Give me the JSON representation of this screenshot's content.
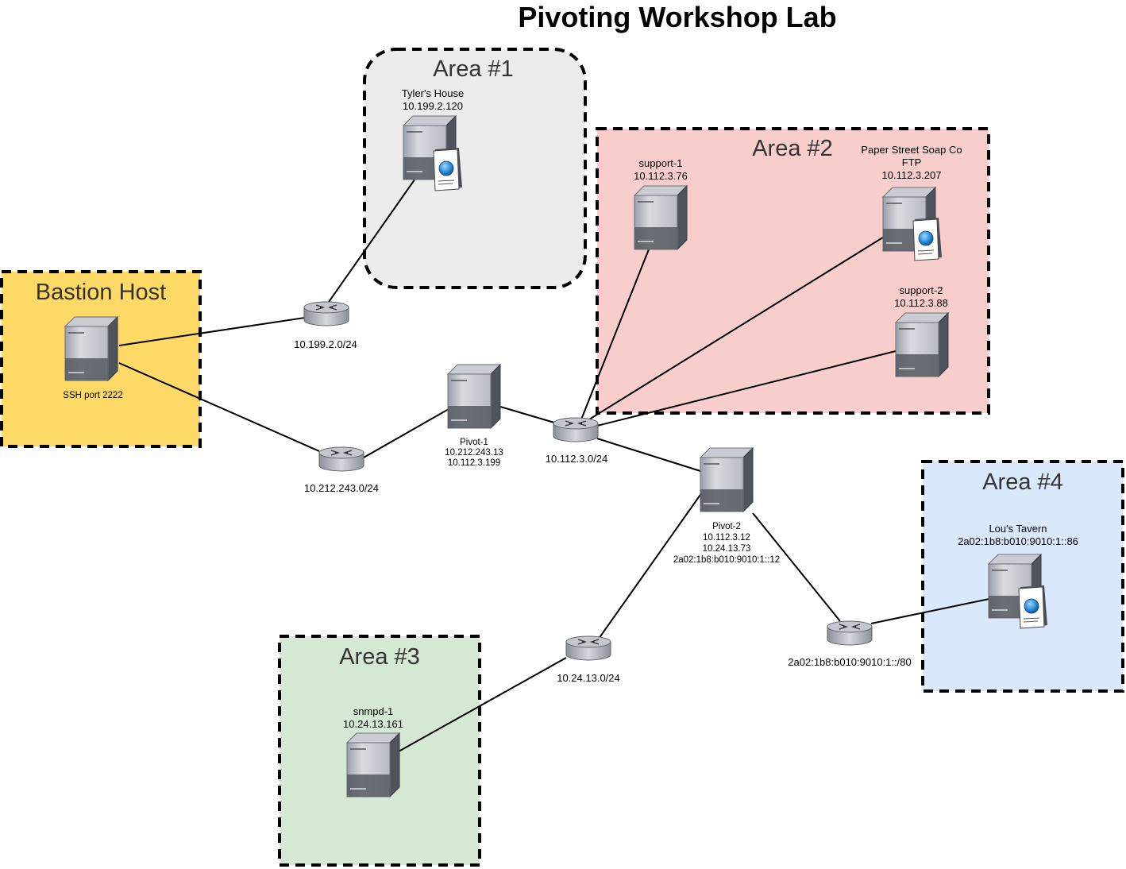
{
  "title": "Pivoting Workshop Lab",
  "colors": {
    "bastion_fill": "#ffd966",
    "area1_fill": "#ececec",
    "area2_fill": "#f8cecc",
    "area3_fill": "#d5e8d4",
    "area4_fill": "#dae8fc",
    "border": "#000000",
    "link": "#000000"
  },
  "zones": {
    "bastion": {
      "title": "Bastion Host"
    },
    "area1": {
      "title": "Area #1"
    },
    "area2": {
      "title": "Area #2"
    },
    "area3": {
      "title": "Area #3"
    },
    "area4": {
      "title": "Area #4"
    }
  },
  "nodes": {
    "bastion": {
      "lines": [
        "SSH port 2222"
      ],
      "icon": "server-icon"
    },
    "tylers_house": {
      "lines": [
        "Tyler's House",
        "10.199.2.120"
      ],
      "icon": "web-server-icon"
    },
    "support1": {
      "lines": [
        "support-1",
        "10.112.3.76"
      ],
      "icon": "server-icon"
    },
    "paper_street": {
      "lines": [
        "Paper Street Soap Co",
        "FTP",
        "10.112.3.207"
      ],
      "icon": "web-server-icon"
    },
    "support2": {
      "lines": [
        "support-2",
        "10.112.3.88"
      ],
      "icon": "server-icon"
    },
    "pivot1": {
      "lines": [
        "Pivot-1",
        "10.212.243.13",
        "10.112.3.199"
      ],
      "icon": "server-icon"
    },
    "pivot2": {
      "lines": [
        "Pivot-2",
        "10.112.3.12",
        "10.24.13.73",
        "2a02:1b8:b010:9010:1::12"
      ],
      "icon": "server-icon"
    },
    "lous_tavern": {
      "lines": [
        "Lou's Tavern",
        "2a02:1b8:b010:9010:1::86"
      ],
      "icon": "web-server-icon"
    },
    "snmpd1": {
      "lines": [
        "snmpd-1",
        "10.24.13.161"
      ],
      "icon": "server-icon"
    }
  },
  "routers": {
    "r_199": {
      "label": "10.199.2.0/24",
      "icon": "router-icon"
    },
    "r_212": {
      "label": "10.212.243.0/24",
      "icon": "router-icon"
    },
    "r_112": {
      "label": "10.112.3.0/24",
      "icon": "router-icon"
    },
    "r_24": {
      "label": "10.24.13.0/24",
      "icon": "router-icon"
    },
    "r_v6": {
      "label": "2a02:1b8:b010:9010:1::/80",
      "icon": "router-icon"
    }
  }
}
